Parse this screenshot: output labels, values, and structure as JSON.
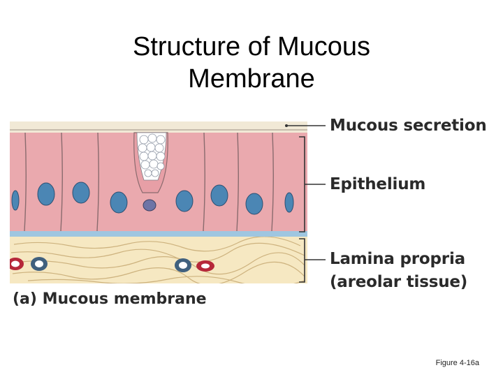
{
  "title": {
    "line1": "Structure of Mucous",
    "line2": "Membrane"
  },
  "labels": {
    "mucous_secretion": "Mucous secretion",
    "epithelium": "Epithelium",
    "lamina_propria_line1": "Lamina propria",
    "lamina_propria_line2": "(areolar tissue)"
  },
  "caption": "(a) Mucous membrane",
  "figure_ref": "Figure 4-16a",
  "colors": {
    "cell_fill": "#eaa9ae",
    "cell_outline": "#8a6b6e",
    "nucleus": "#4b86b4",
    "basement_membrane": "#9fc6e0",
    "areolar": "#f6e8c2",
    "mucus_vacuole": "#ffffff"
  }
}
